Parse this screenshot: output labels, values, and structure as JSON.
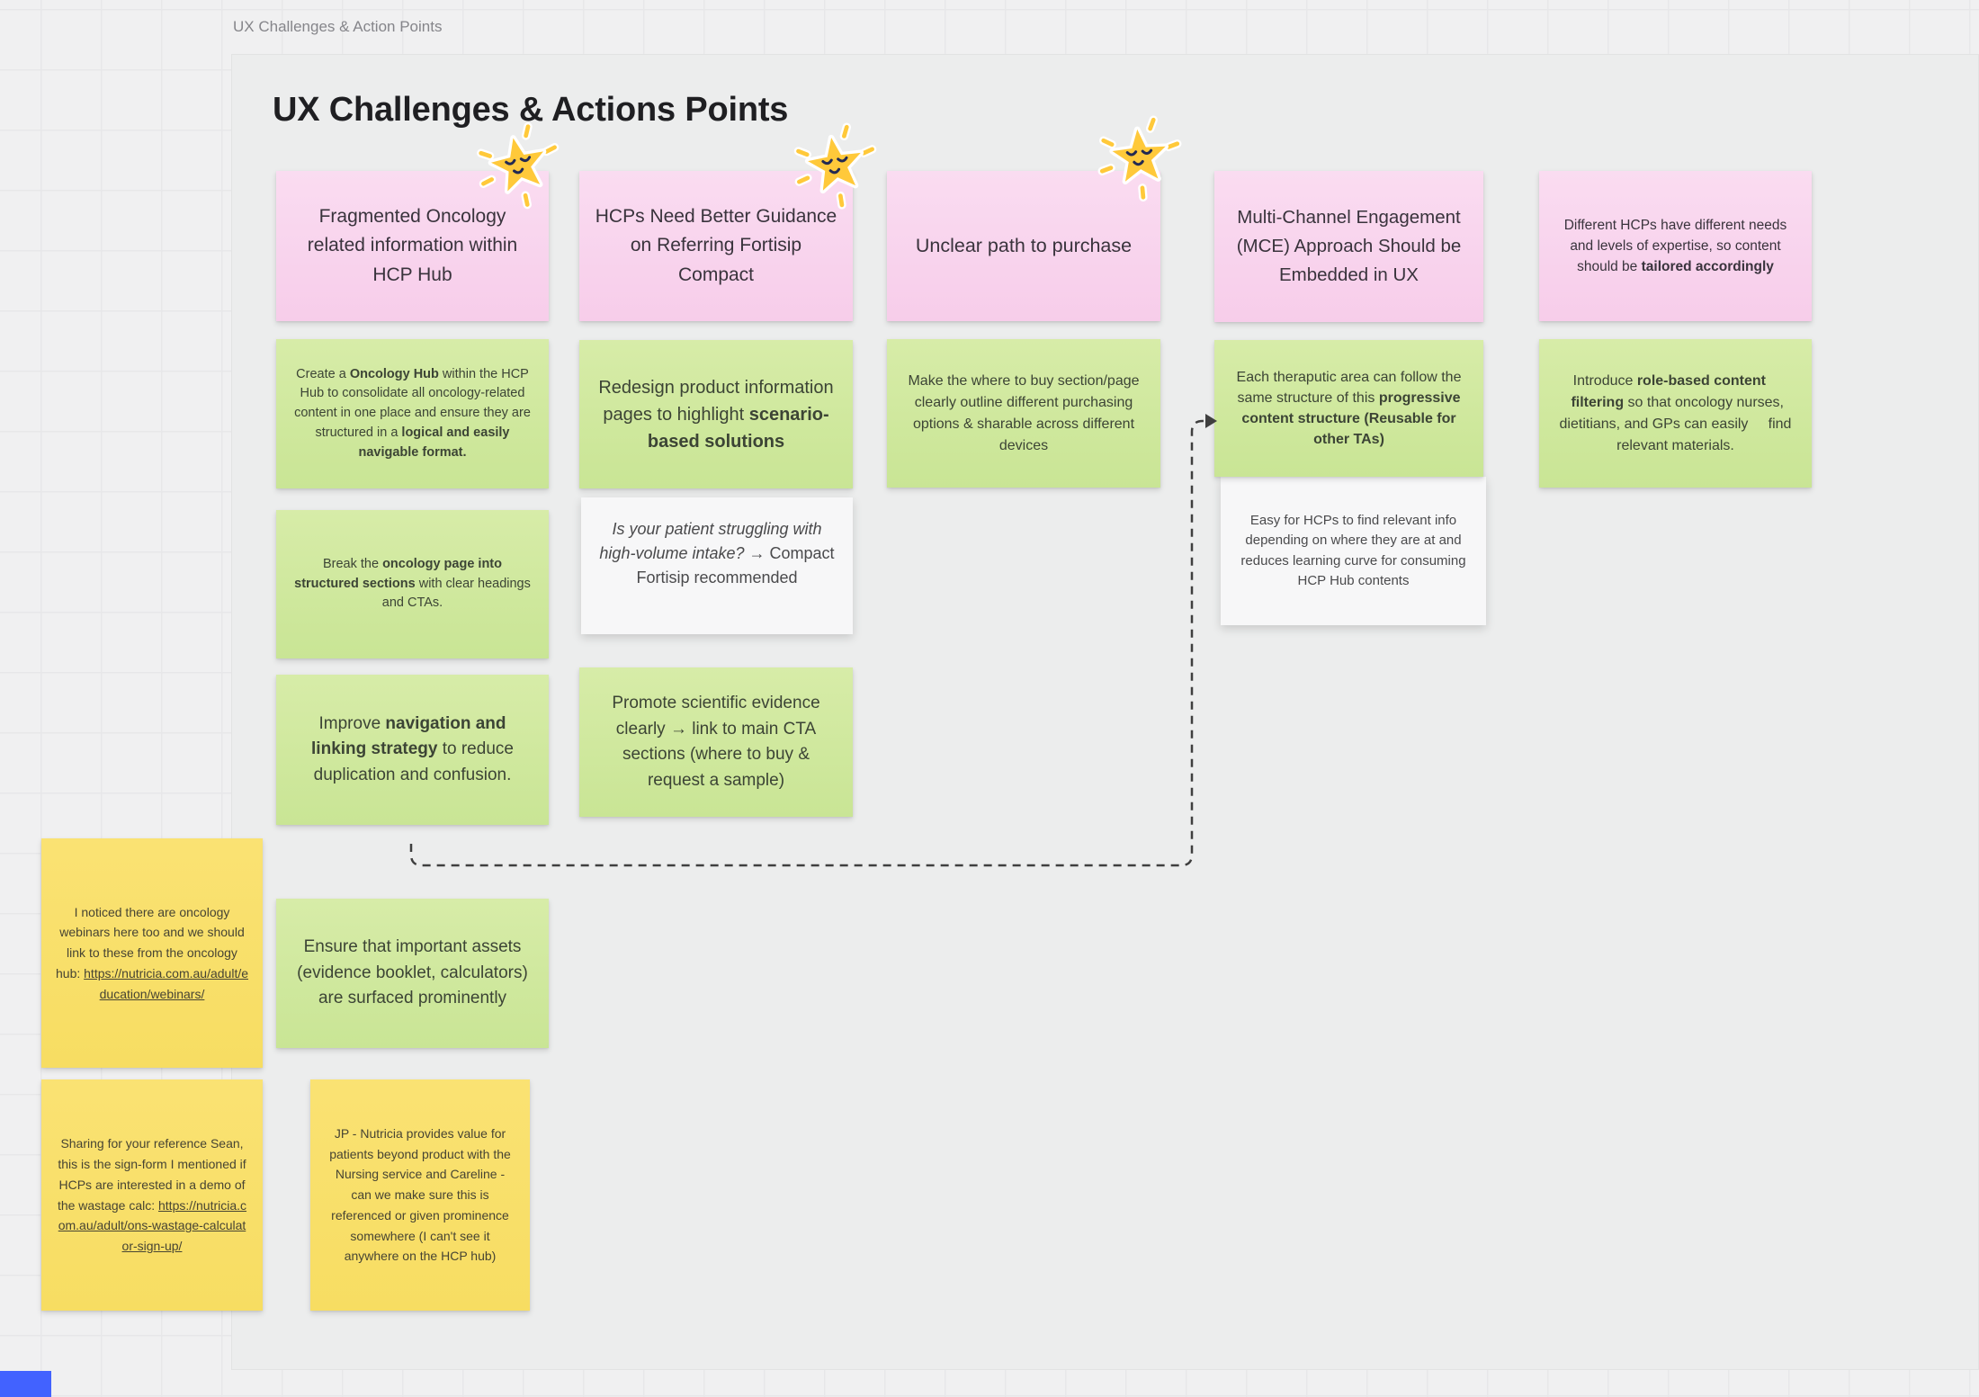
{
  "canvas": {
    "frame_label": "UX Challenges & Action Points",
    "title": "UX Challenges & Actions Points"
  },
  "colors": {
    "canvas_bg": "#f0f0f1",
    "frame_bg": "#eceded",
    "pink_note": "#f8d3ee",
    "green_note": "#cde79c",
    "yellow_note": "#f9e06c",
    "white_note": "#f7f7f8",
    "star_gold": "#ffc93a",
    "star_face_navy": "#232a52",
    "connector": "#3f3f3f",
    "blue_fragment": "#4262ff"
  },
  "stickers": {
    "icon": "sleepy-face-star-icon",
    "count": 3
  },
  "columns": [
    {
      "header": {
        "runs": [
          {
            "t": "Fragmented Oncology related information within HCP Hub"
          }
        ]
      },
      "notes": [
        {
          "runs": [
            {
              "t": "Create a "
            },
            {
              "t": "Oncology Hub",
              "b": true
            },
            {
              "t": " within the HCP Hub to consolidate all oncology-related content in one place and ensure they are structured in a "
            },
            {
              "t": "logical and easily navigable format.",
              "b": true
            }
          ]
        },
        {
          "runs": [
            {
              "t": "Break the "
            },
            {
              "t": "oncology page into structured sections",
              "b": true
            },
            {
              "t": " with clear headings and CTAs."
            }
          ]
        },
        {
          "runs": [
            {
              "t": "Improve "
            },
            {
              "t": "navigation and linking strategy",
              "b": true
            },
            {
              "t": " to reduce duplication and confusion."
            }
          ]
        },
        {
          "runs": [
            {
              "t": "Ensure that important assets (evidence booklet, calculators) are surfaced prominently"
            }
          ]
        },
        {
          "runs": [
            {
              "t": "JP - Nutricia provides value for patients beyond product with the Nursing service and Careline - can we make sure this is referenced or given prominence somewhere (I can't see it anywhere on the HCP hub)"
            }
          ]
        }
      ]
    },
    {
      "header": {
        "runs": [
          {
            "t": "HCPs Need Better Guidance on Referring Fortisip Compact"
          }
        ]
      },
      "notes": [
        {
          "runs": [
            {
              "t": "Redesign product information pages to highlight "
            },
            {
              "t": "scenario-based solutions",
              "b": true
            }
          ]
        },
        {
          "runs": [
            {
              "t": "Is your patient struggling with high-volume intake? → ",
              "i": true
            },
            {
              "t": "Compact Fortisip recommended"
            }
          ]
        },
        {
          "runs": [
            {
              "t": "Promote scientific evidence clearly → link to main CTA sections (where to buy & request a sample)"
            }
          ]
        }
      ]
    },
    {
      "header": {
        "runs": [
          {
            "t": "Unclear path to purchase"
          }
        ]
      },
      "notes": [
        {
          "runs": [
            {
              "t": "Make the where to buy section/page clearly outline different purchasing options & sharable across different devices"
            }
          ]
        }
      ]
    },
    {
      "header": {
        "runs": [
          {
            "t": "Multi-Channel Engagement (MCE) Approach Should be Embedded in UX"
          }
        ]
      },
      "notes": [
        {
          "runs": [
            {
              "t": "Each theraputic area can follow the same structure of this "
            },
            {
              "t": "progressive content structure (Reusable for other TAs)",
              "b": true
            }
          ]
        },
        {
          "runs": [
            {
              "t": "Easy for HCPs to find relevant info depending on where they are at and reduces learning curve for consuming HCP Hub contents"
            }
          ]
        }
      ]
    },
    {
      "header": {
        "runs": [
          {
            "t": "Different HCPs have different needs and levels of expertise, so content should be "
          },
          {
            "t": "tailored accordingly",
            "b": true
          }
        ]
      },
      "notes": [
        {
          "runs": [
            {
              "t": "Introduce "
            },
            {
              "t": "role-based content",
              "b": true
            },
            {
              "t": "     "
            },
            {
              "t": "filtering",
              "b": true
            },
            {
              "t": " so that oncology nurses, dietitians, and GPs can easily     find relevant materials."
            }
          ]
        }
      ]
    }
  ],
  "floating_notes": [
    {
      "runs": [
        {
          "t": "I noticed there are oncology webinars here too and we should link to these from the oncology hub: "
        },
        {
          "t": "https://nutricia.com.au/adult/education/webinars/",
          "u": true,
          "n": "webinars-link"
        }
      ]
    },
    {
      "runs": [
        {
          "t": "Sharing for your reference Sean, this is the sign-form I mentioned if HCPs are interested in a demo of the wastage calc: "
        },
        {
          "t": "https://nutricia.com.au/adult/ons-wastage-calculator-sign-up/",
          "u": true,
          "n": "wastage-calculator-link"
        }
      ]
    }
  ]
}
